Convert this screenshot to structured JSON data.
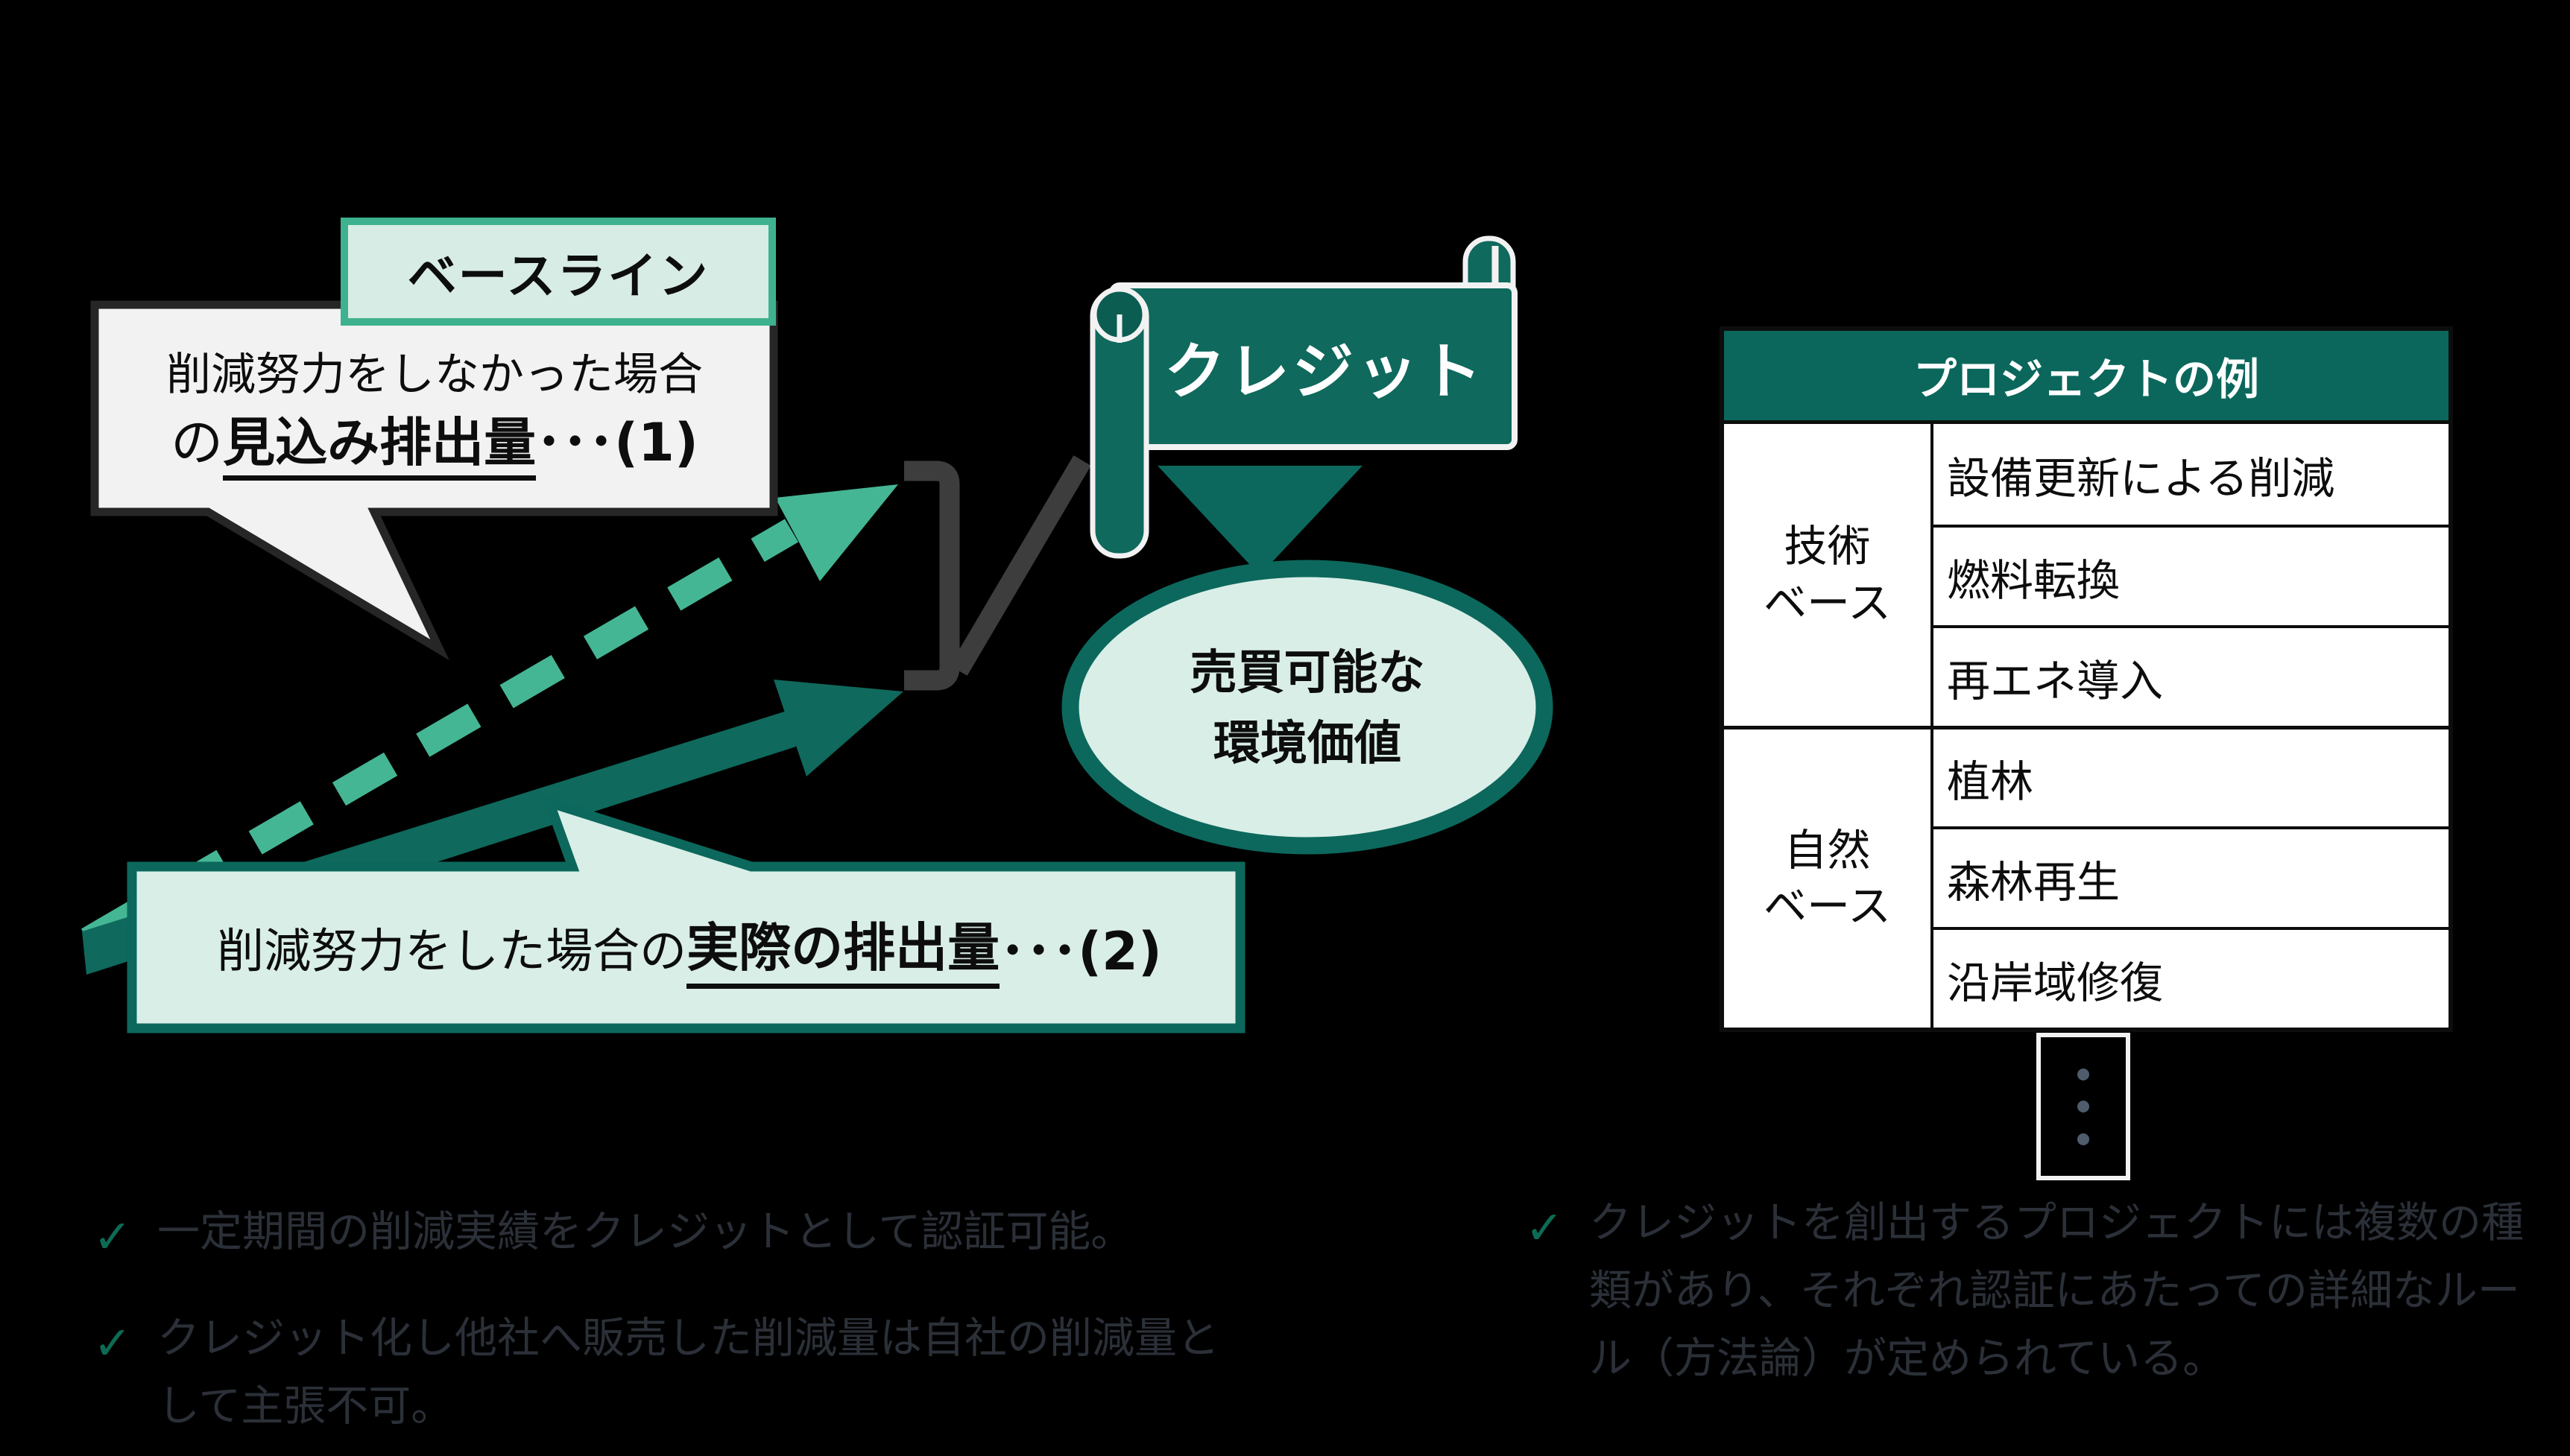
{
  "colors": {
    "background": "#000000",
    "teal_dark": "#0c685c",
    "teal_shadow": "#0b5d51",
    "green_accent": "#45b694",
    "mint_fill": "#d9eee7",
    "bubble_fill": "#f2f2f2",
    "line_gray": "#3d3d3d",
    "note_text": "#2b3038",
    "dot_gray": "#4e5c6c"
  },
  "baseline": {
    "label": "ベースライン"
  },
  "bubble1": {
    "line1": "削減努力をしなかった場合",
    "line2_prefix": "の",
    "line2_emph": "見込み排出量",
    "line2_tail": "･･･(1)"
  },
  "credit_banner": {
    "label": "クレジット"
  },
  "ellipse": {
    "line1": "売買可能な",
    "line2": "環境価値"
  },
  "callout2": {
    "prefix": "削減努力をした場合の",
    "emph": "実際の排出量",
    "tail": "･･･(2)"
  },
  "table": {
    "title": "プロジェクトの例",
    "groups": [
      {
        "label": "技術\nベース",
        "rows": [
          "設備更新による削減",
          "燃料転換",
          "再エネ導入"
        ]
      },
      {
        "label": "自然\nベース",
        "rows": [
          "植林",
          "森林再生",
          "沿岸域修復"
        ]
      }
    ]
  },
  "notes_left": [
    {
      "check": "✓",
      "text": "一定期間の削減実績をクレジットとして認証可能。"
    },
    {
      "check": "✓",
      "text": "クレジット化し他社へ販売した削減量は自社の削減量として主張不可。"
    }
  ],
  "notes_right": [
    {
      "check": "✓",
      "text": "クレジットを創出するプロジェクトには複数の種類があり、それぞれ認証にあたっての詳細なルール（方法論）が定められている。"
    }
  ]
}
